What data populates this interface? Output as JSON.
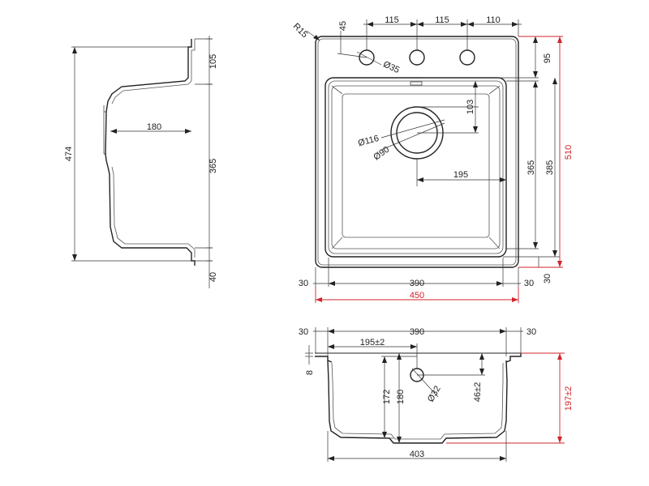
{
  "side_view": {
    "dim_top_105": "105",
    "dim_bowl_365": "365",
    "dim_bottom_40": "40",
    "dim_total_474": "474",
    "dim_depth_180": "180"
  },
  "top_view": {
    "radius_r15": "R15",
    "dim_45": "45",
    "dim_115_a": "115",
    "dim_115_b": "115",
    "dim_110": "110",
    "dim_95": "95",
    "dim_103": "103",
    "dim_116": "Ø116",
    "dim_90": "Ø90",
    "dim_35": "Ø35",
    "dim_195": "195",
    "dim_365": "365",
    "dim_385": "385",
    "dim_510": "510",
    "dim_30_left": "30",
    "dim_390": "390",
    "dim_30_right": "30",
    "dim_30_side": "30",
    "dim_450": "450"
  },
  "section_view": {
    "dim_30_left": "30",
    "dim_390": "390",
    "dim_30_right": "30",
    "dim_195": "195±2",
    "dim_8": "8",
    "dim_172": "172",
    "dim_180": "180",
    "dim_32": "Ø32",
    "dim_46": "46±2",
    "dim_197": "197±2",
    "dim_403": "403"
  },
  "colors": {
    "line": "#222222",
    "highlight": "#d0242a"
  }
}
